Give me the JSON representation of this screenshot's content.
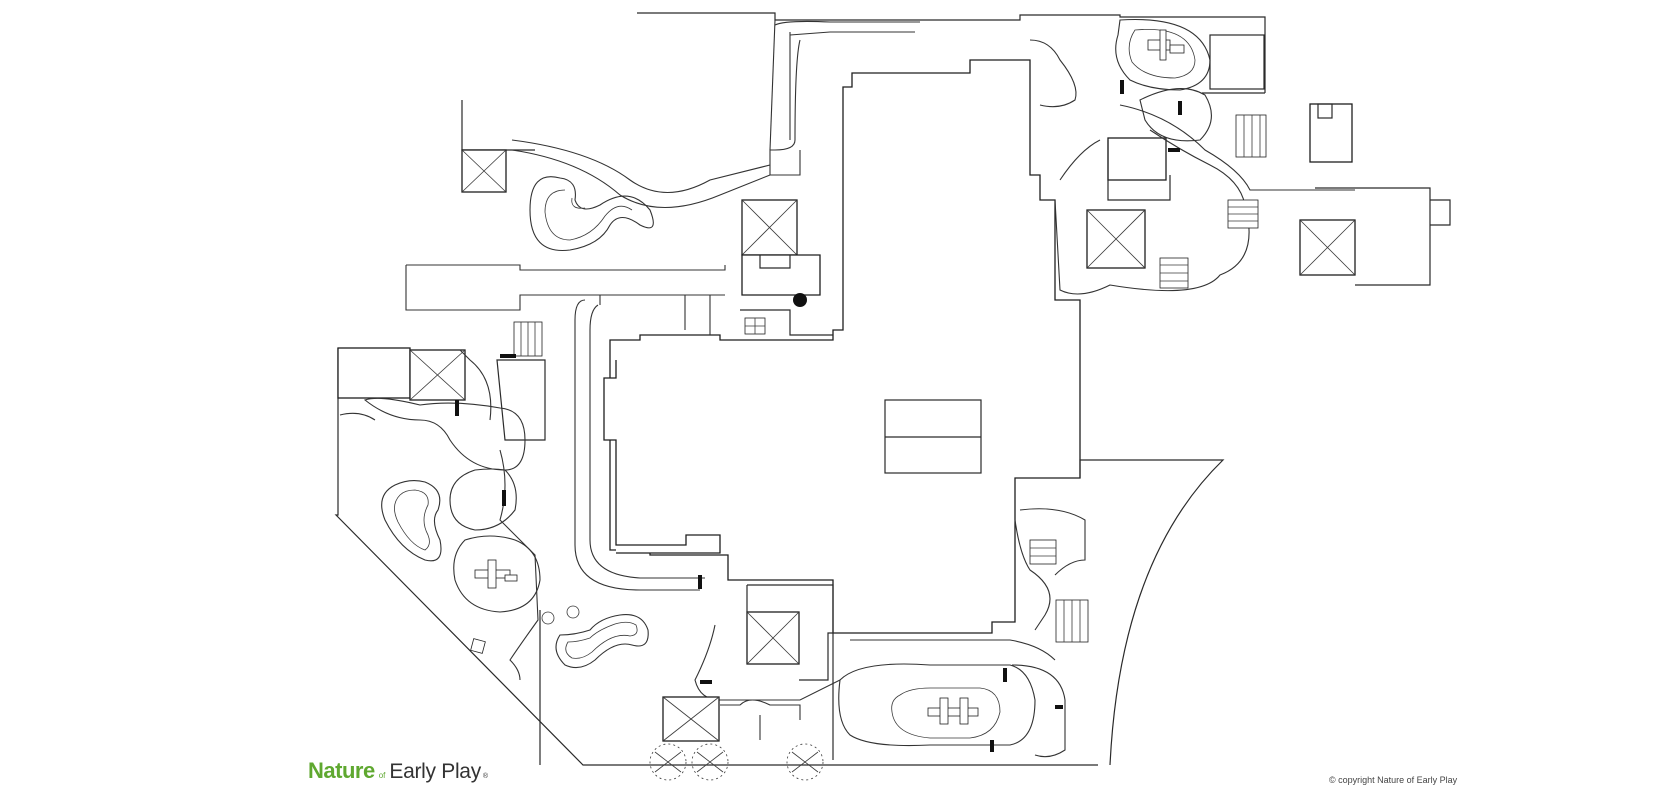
{
  "logo": {
    "part1": "Nature",
    "part2": "of",
    "part3": "Early Play",
    "mark": "®"
  },
  "copyright": "© copyright Nature of Early Play",
  "colors": {
    "logo_green": "#5fa830",
    "line": "#2a2a2a",
    "background": "#ffffff"
  },
  "icons": [
    "site-plan-map",
    "playground-structure-icon",
    "tree-icon",
    "pergola-icon"
  ]
}
